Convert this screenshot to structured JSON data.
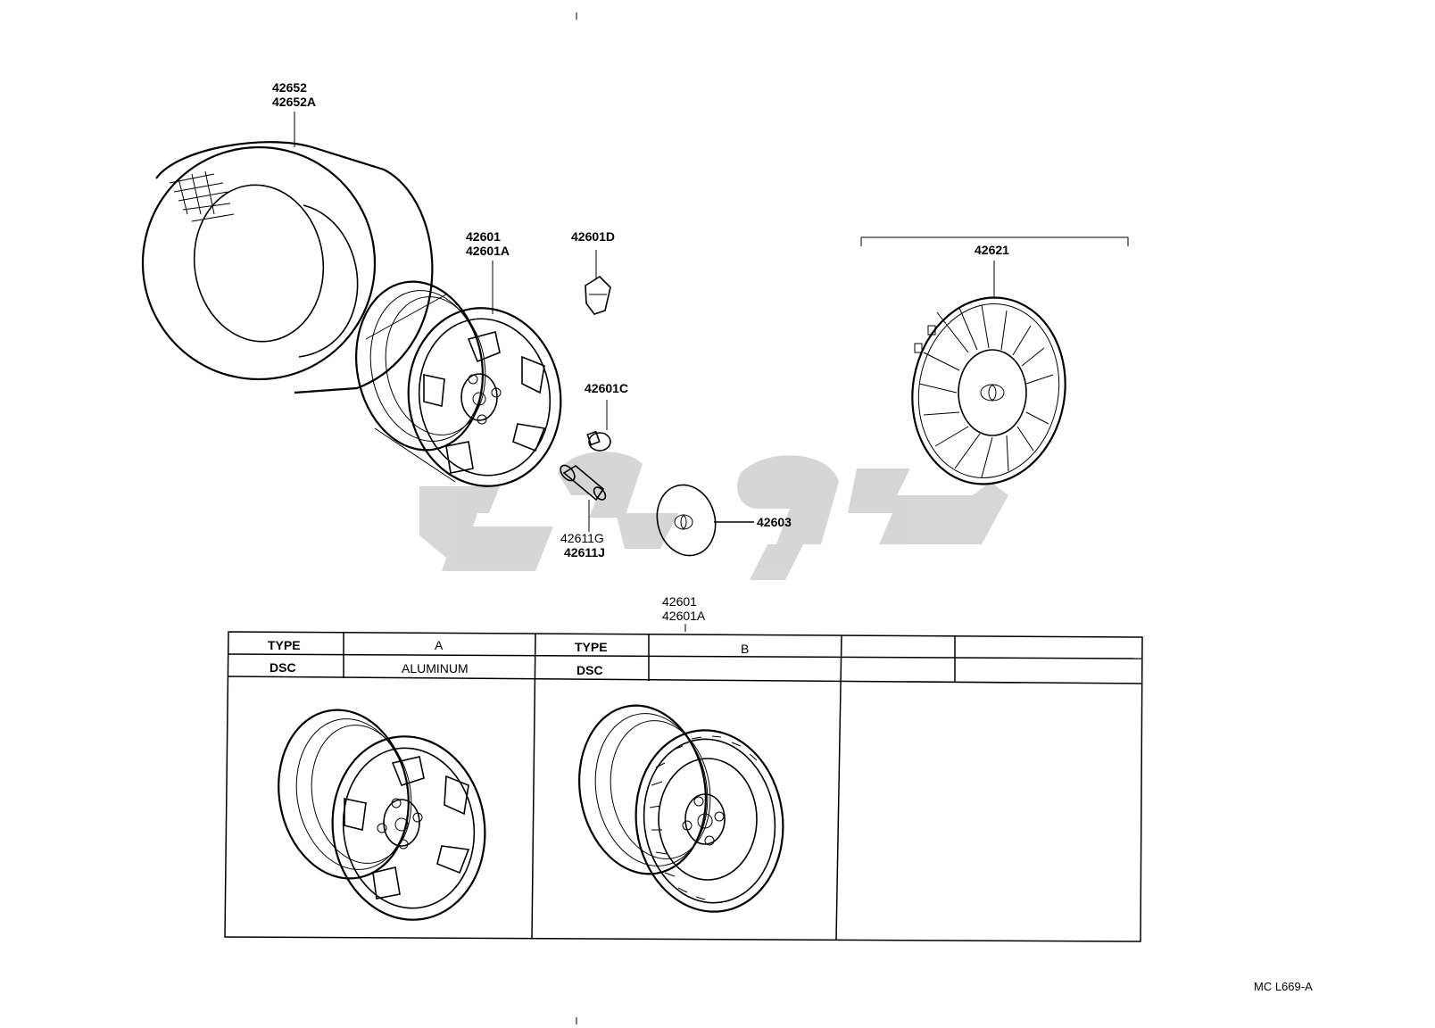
{
  "parts": {
    "tire": [
      "42652",
      "42652A"
    ],
    "wheel": [
      "42601",
      "42601A"
    ],
    "valve_cap": "42601D",
    "valve_core": "42601C",
    "valve": [
      "42611G",
      "42611J"
    ],
    "center_cap": "42603",
    "wheel_cover": "42621",
    "table_ref": [
      "42601",
      "42601A"
    ]
  },
  "table": {
    "type_header": "TYPE",
    "dsc_header": "DSC",
    "col_a": {
      "type": "A",
      "dsc": "ALUMINUM"
    },
    "col_b": {
      "type": "B",
      "dsc": ""
    }
  },
  "diagram_code": "MC L669-A"
}
